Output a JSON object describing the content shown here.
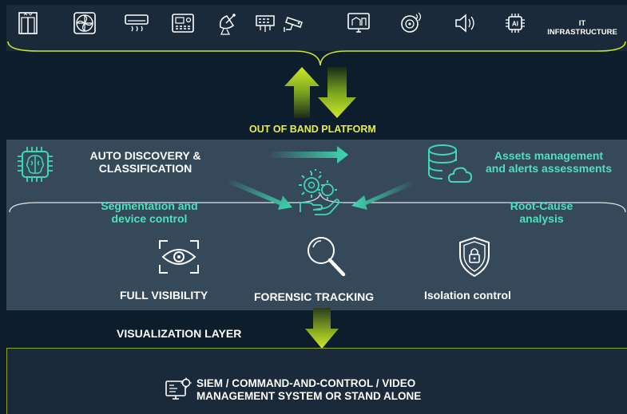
{
  "top_bar": {
    "icons": [
      "elevator-icon",
      "fan-icon",
      "air-conditioner-icon",
      "control-panel-icon",
      "satellite-dish-icon",
      "network-switch-icon",
      "cctv-camera-icon",
      "building-display-icon",
      "smoke-detector-icon",
      "speaker-icon",
      "ai-chip-icon"
    ],
    "it_label": "IT\nINFRASTRUCTURE"
  },
  "oob_label": "OUT OF BAND PLATFORM",
  "platform": {
    "auto_discovery": "AUTO DISCOVERY &\nCLASSIFICATION",
    "assets": "Assets management\nand alerts assessments",
    "segmentation": "Segmentation and\ndevice control",
    "root_cause": "Root-Cause\nanalysis",
    "full_visibility": "FULL VISIBILITY",
    "forensic": "FORENSIC TRACKING",
    "isolation": "Isolation control"
  },
  "visualization_label": "VISUALIZATION  LAYER",
  "siem_label": "SIEM / COMMAND-AND-CONTROL / VIDEO\nMANAGEMENT SYSTEM OR  STAND ALONE",
  "colors": {
    "accent_yellow": "#c8e62a",
    "accent_green": "#3fd8b4",
    "background": "#0e1d2c",
    "panel": "#36495a"
  }
}
